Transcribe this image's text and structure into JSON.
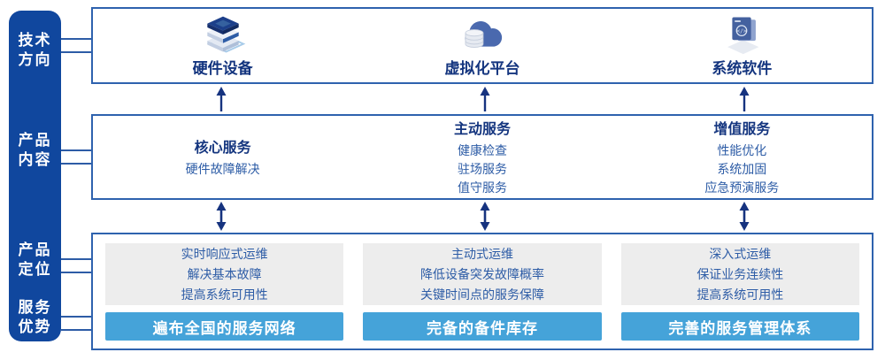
{
  "colors": {
    "sidebar_bg": "#10479E",
    "frame_border": "#2E62AE",
    "title_navy": "#14357F",
    "body_blue": "#2D5CA6",
    "arrow_navy": "#16337F",
    "panel_gray": "#EDEDED",
    "advantage_bar_blue": "#45A3D9",
    "advantage_bar_text": "#FFFFFF"
  },
  "sidebar": {
    "items": [
      {
        "lines": [
          "技术",
          "方向"
        ]
      },
      {
        "lines": [
          "产品",
          "内容"
        ]
      },
      {
        "lines": [
          "产品",
          "定位"
        ]
      },
      {
        "lines": [
          "服务",
          "优势"
        ]
      }
    ]
  },
  "tech_row": {
    "columns": [
      {
        "icon": "server-stack-icon",
        "label": "硬件设备"
      },
      {
        "icon": "cloud-database-icon",
        "label": "虚拟化平台"
      },
      {
        "icon": "software-window-icon",
        "label": "系统软件"
      }
    ]
  },
  "product_row": {
    "columns": [
      {
        "title": "核心服务",
        "items": [
          "硬件故障解决"
        ]
      },
      {
        "title": "主动服务",
        "items": [
          "健康检查",
          "驻场服务",
          "值守服务"
        ]
      },
      {
        "title": "增值服务",
        "items": [
          "性能优化",
          "系统加固",
          "应急预演服务"
        ]
      }
    ]
  },
  "positioning_row": {
    "columns": [
      {
        "points": [
          "实时响应式运维",
          "解决基本故障",
          "提高系统可用性"
        ],
        "advantage": "遍布全国的服务网络"
      },
      {
        "points": [
          "主动式运维",
          "降低设备突发故障概率",
          "关键时间点的服务保障"
        ],
        "advantage": "完备的备件库存"
      },
      {
        "points": [
          "深入式运维",
          "保证业务连续性",
          "提高系统可用性"
        ],
        "advantage": "完善的服务管理体系"
      }
    ]
  }
}
